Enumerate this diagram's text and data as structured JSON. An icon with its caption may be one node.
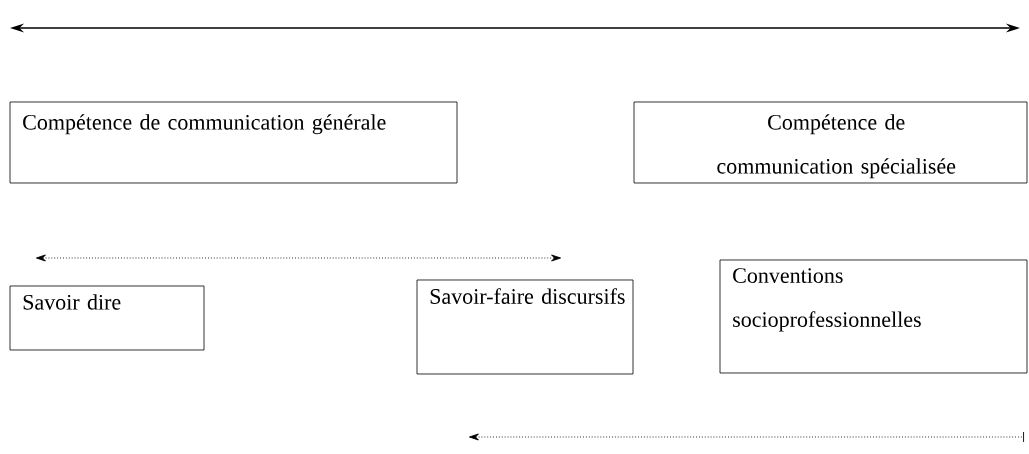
{
  "diagram": {
    "nodes": [
      {
        "text": [
          "Compétence de communication générale"
        ]
      },
      {
        "text": [
          "Compétence de communication spécialisée"
        ]
      },
      {
        "text": [
          "Savoir dire"
        ]
      },
      {
        "text": [
          "Savoir-faire discursifs"
        ]
      },
      {
        "text": [
          "Conventions socioprofessionnelles"
        ]
      }
    ]
  }
}
